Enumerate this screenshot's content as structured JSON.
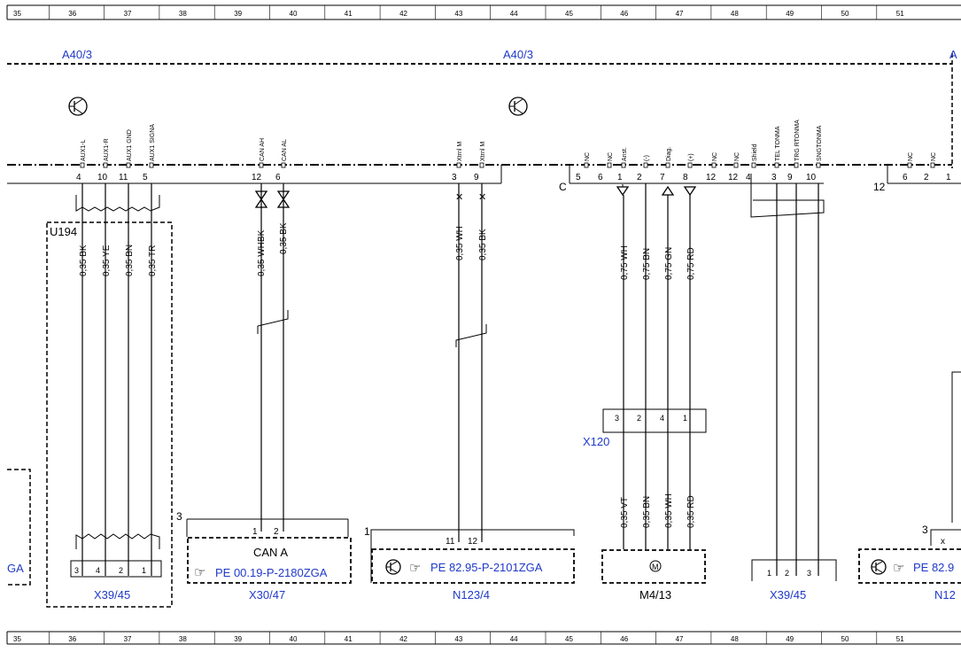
{
  "grid": {
    "columns": [
      "35",
      "36",
      "37",
      "38",
      "39",
      "40",
      "41",
      "42",
      "43",
      "44",
      "45",
      "46",
      "47",
      "48",
      "49",
      "50",
      "51"
    ]
  },
  "refs": {
    "a40_left": "A40/3",
    "a40_center": "A40/3",
    "a40_right_partial": "A"
  },
  "pin_header": {
    "labels": [
      "AUX1-L",
      "AUX1-R",
      "AUX1 GND",
      "AUX1 SIGNA",
      "CAN AH",
      "CAN AL",
      "Xtrnl M",
      "Xtrnl M",
      "NC",
      "NC",
      "Anst.",
      "(-)",
      "Diag.",
      "(+)",
      "NC",
      "NC",
      "Shield",
      "TEL TONMA",
      "TRG RTONMA",
      "SNGTONMA",
      "NC",
      "NC"
    ],
    "numbers": [
      "4",
      "10",
      "11",
      "5",
      "12",
      "6",
      "3",
      "9",
      "5",
      "6",
      "1",
      "2",
      "7",
      "8",
      "12",
      "12",
      "4",
      "3",
      "9",
      "10",
      "6",
      "2",
      "1"
    ],
    "c_label": "C",
    "right_num": "12"
  },
  "wires": {
    "labels": [
      "0,35 BK",
      "0,35 YE",
      "0,35 BN",
      "0,35 TR",
      "0,35 WHBK",
      "0,35 BK",
      "0,35 WH",
      "0,35 BK",
      "0,75 WH",
      "0,75 BN",
      "0,75 GN",
      "0,75 RD",
      "0,35 VT",
      "0,35 BN",
      "0,35 WH",
      "0,35 RD"
    ]
  },
  "components": {
    "u194": "U194",
    "x39_left": {
      "name": "X39/45",
      "pins": [
        "3",
        "4",
        "2",
        "1"
      ]
    },
    "x30": {
      "name": "X30/47",
      "title": "CAN A",
      "ref": "PE 00.19-P-2180ZGA",
      "pins": [
        "1",
        "2"
      ],
      "side_num": "3"
    },
    "n123": {
      "name": "N123/4",
      "ref": "PE 82.95-P-2101ZGA",
      "pins": [
        "11",
        "12"
      ],
      "side_num": "1"
    },
    "x120": {
      "name": "X120",
      "pins": [
        "3",
        "2",
        "4",
        "1"
      ]
    },
    "m4": {
      "name": "M4/13",
      "symbol": "M"
    },
    "x39_right": {
      "name": "X39/45",
      "pins": [
        "1",
        "2",
        "3"
      ]
    },
    "n12_partial": {
      "name": "N12",
      "ref": "PE 82.9",
      "side_num": "3",
      "pin_x": "x"
    },
    "left_partial_ref": "GA"
  }
}
